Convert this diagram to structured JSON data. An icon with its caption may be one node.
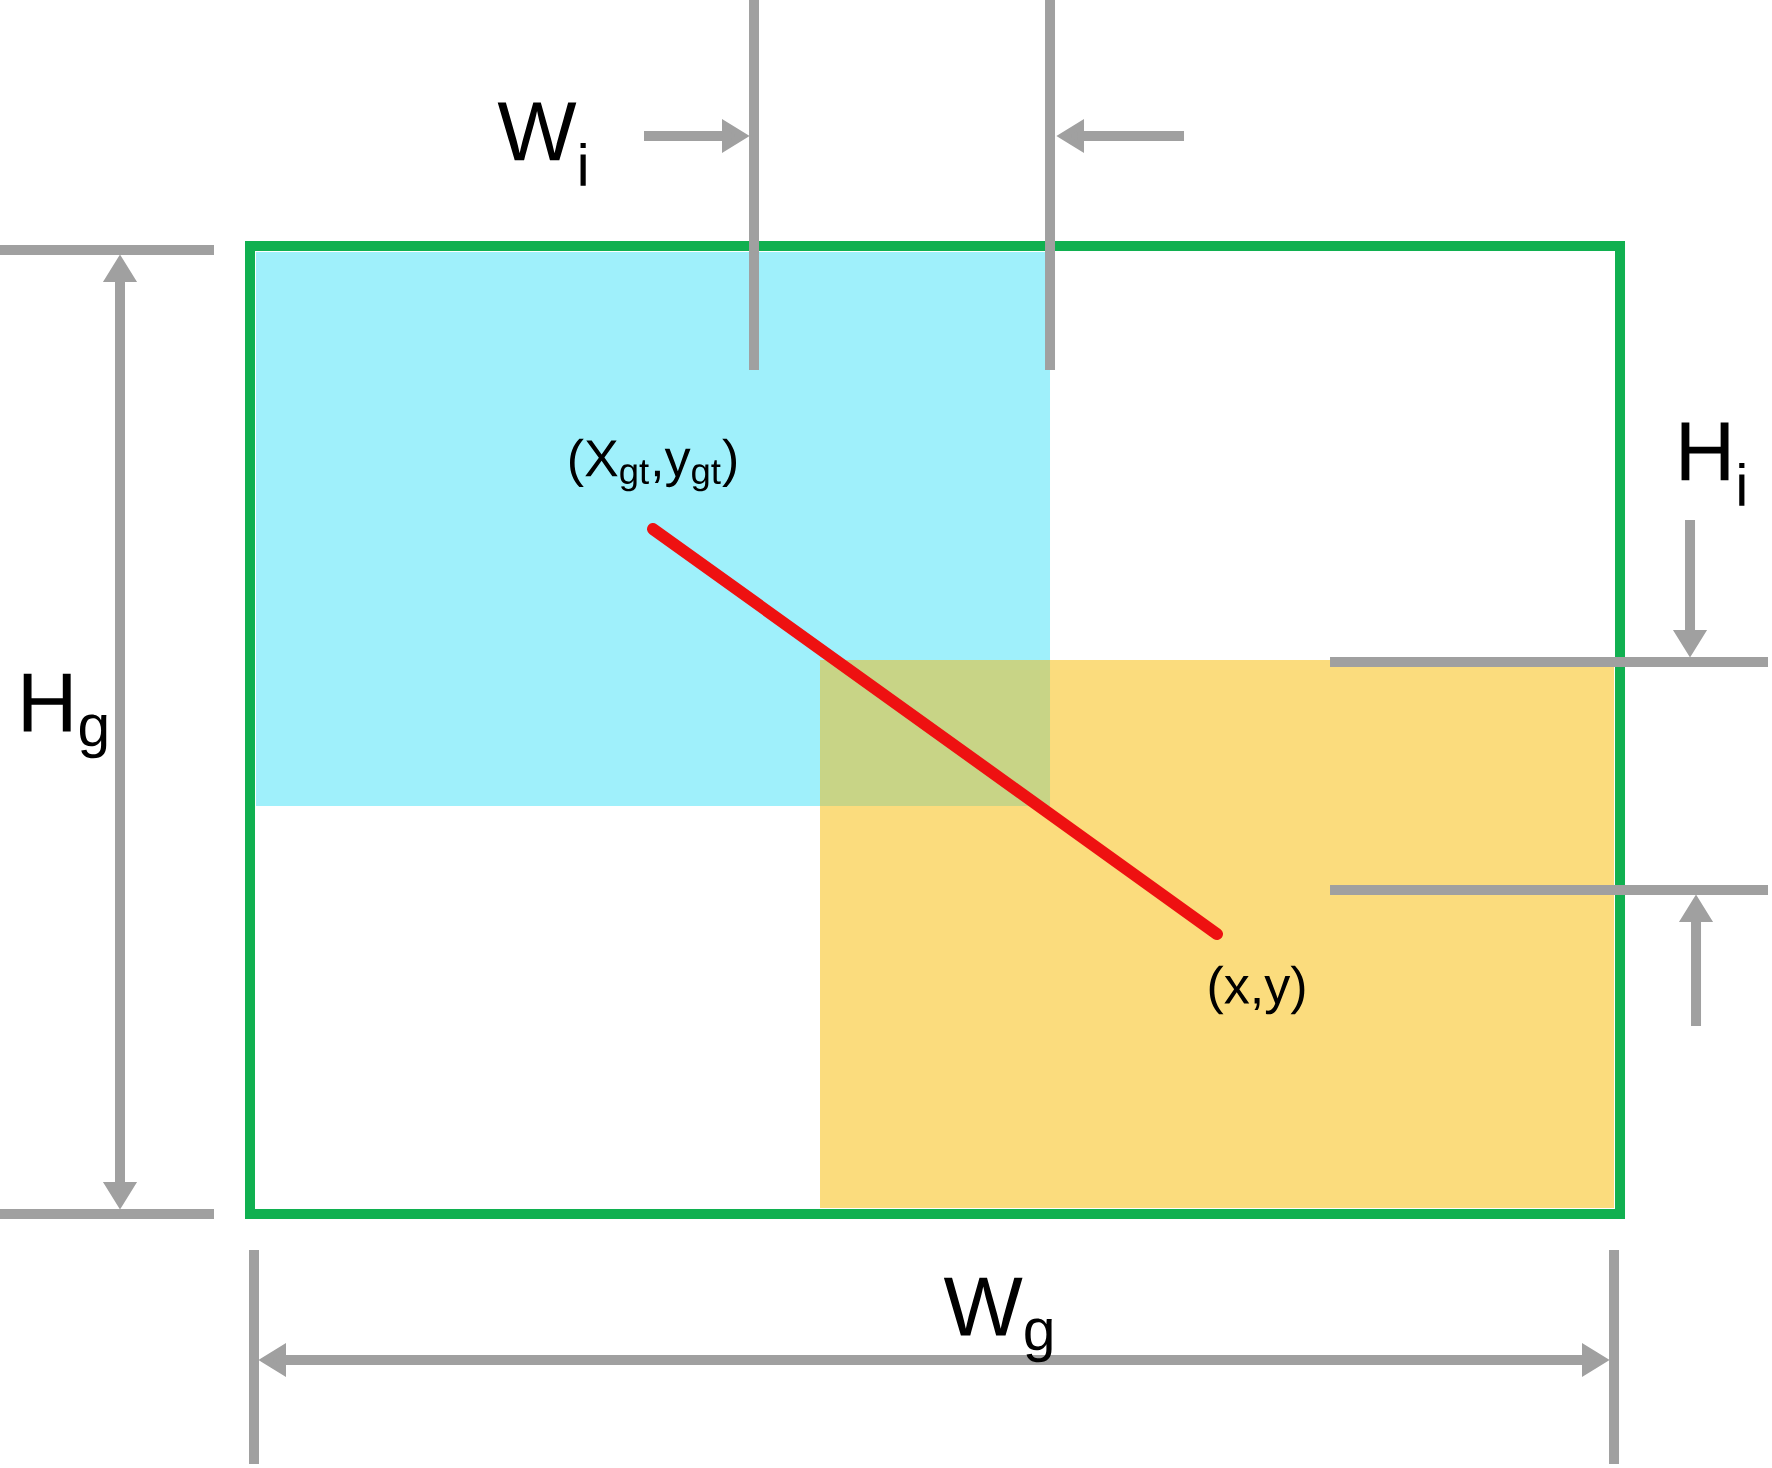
{
  "diagram": {
    "nodes": [
      {
        "text": [],
        "shape": "box"
      },
      {
        "text": [
          "(X$_{gt}$,y$_{gt}$)"
        ],
        "in": 0
      },
      {
        "text": [
          "(x,y)"
        ],
        "in": 0
      }
    ],
    "edges": [
      {
        "from": 1,
        "to": 2,
        "arrow": "none",
        "color": "#ee1111"
      }
    ],
    "labels": [
      "W$_{i}$",
      "H$_{i}$",
      "H$_{g}$",
      "W$_{g}$"
    ]
  }
}
